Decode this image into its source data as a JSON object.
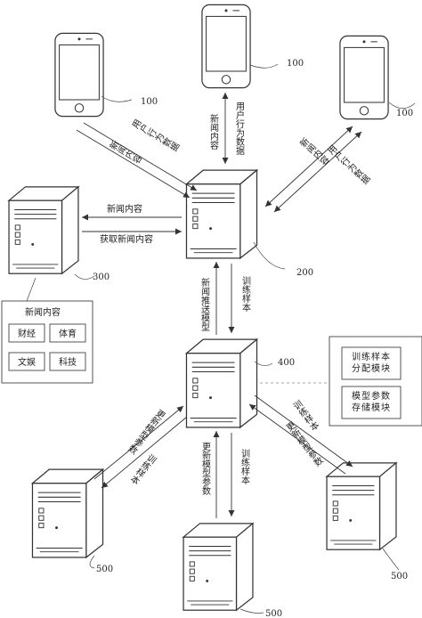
{
  "nodes": {
    "phone_label": "100",
    "server_200_label": "200",
    "server_300_label": "300",
    "server_400_label": "400",
    "server_500_label": "500"
  },
  "edges": {
    "left_phone_user_behavior": "用户行为数据",
    "left_phone_news_content": "新闻内容",
    "top_phone_news_content": "新闻内容",
    "top_phone_user_behavior": "用户行为数据",
    "right_phone_news_content": "新闻内容",
    "right_phone_user_behavior": "用户行为数据",
    "to_300_news_content": "新闻内容",
    "from_300_get_news": "获取新闻内容",
    "model_push": "新闻推送模型",
    "training_samples_200_400": "训练样本",
    "left_update_params": "更新模型参数",
    "left_training_samples": "训练样本",
    "mid_update_params": "更新模型参数",
    "mid_training_samples": "训练样本",
    "right_training_samples": "训练样本",
    "right_update_params": "更新模型参数"
  },
  "news_panel": {
    "title": "新闻内容",
    "categories": [
      "财经",
      "体育",
      "文娱",
      "科技"
    ]
  },
  "module_panel": {
    "modules": [
      "训练样本分配模块",
      "模型参数存储模块"
    ]
  }
}
